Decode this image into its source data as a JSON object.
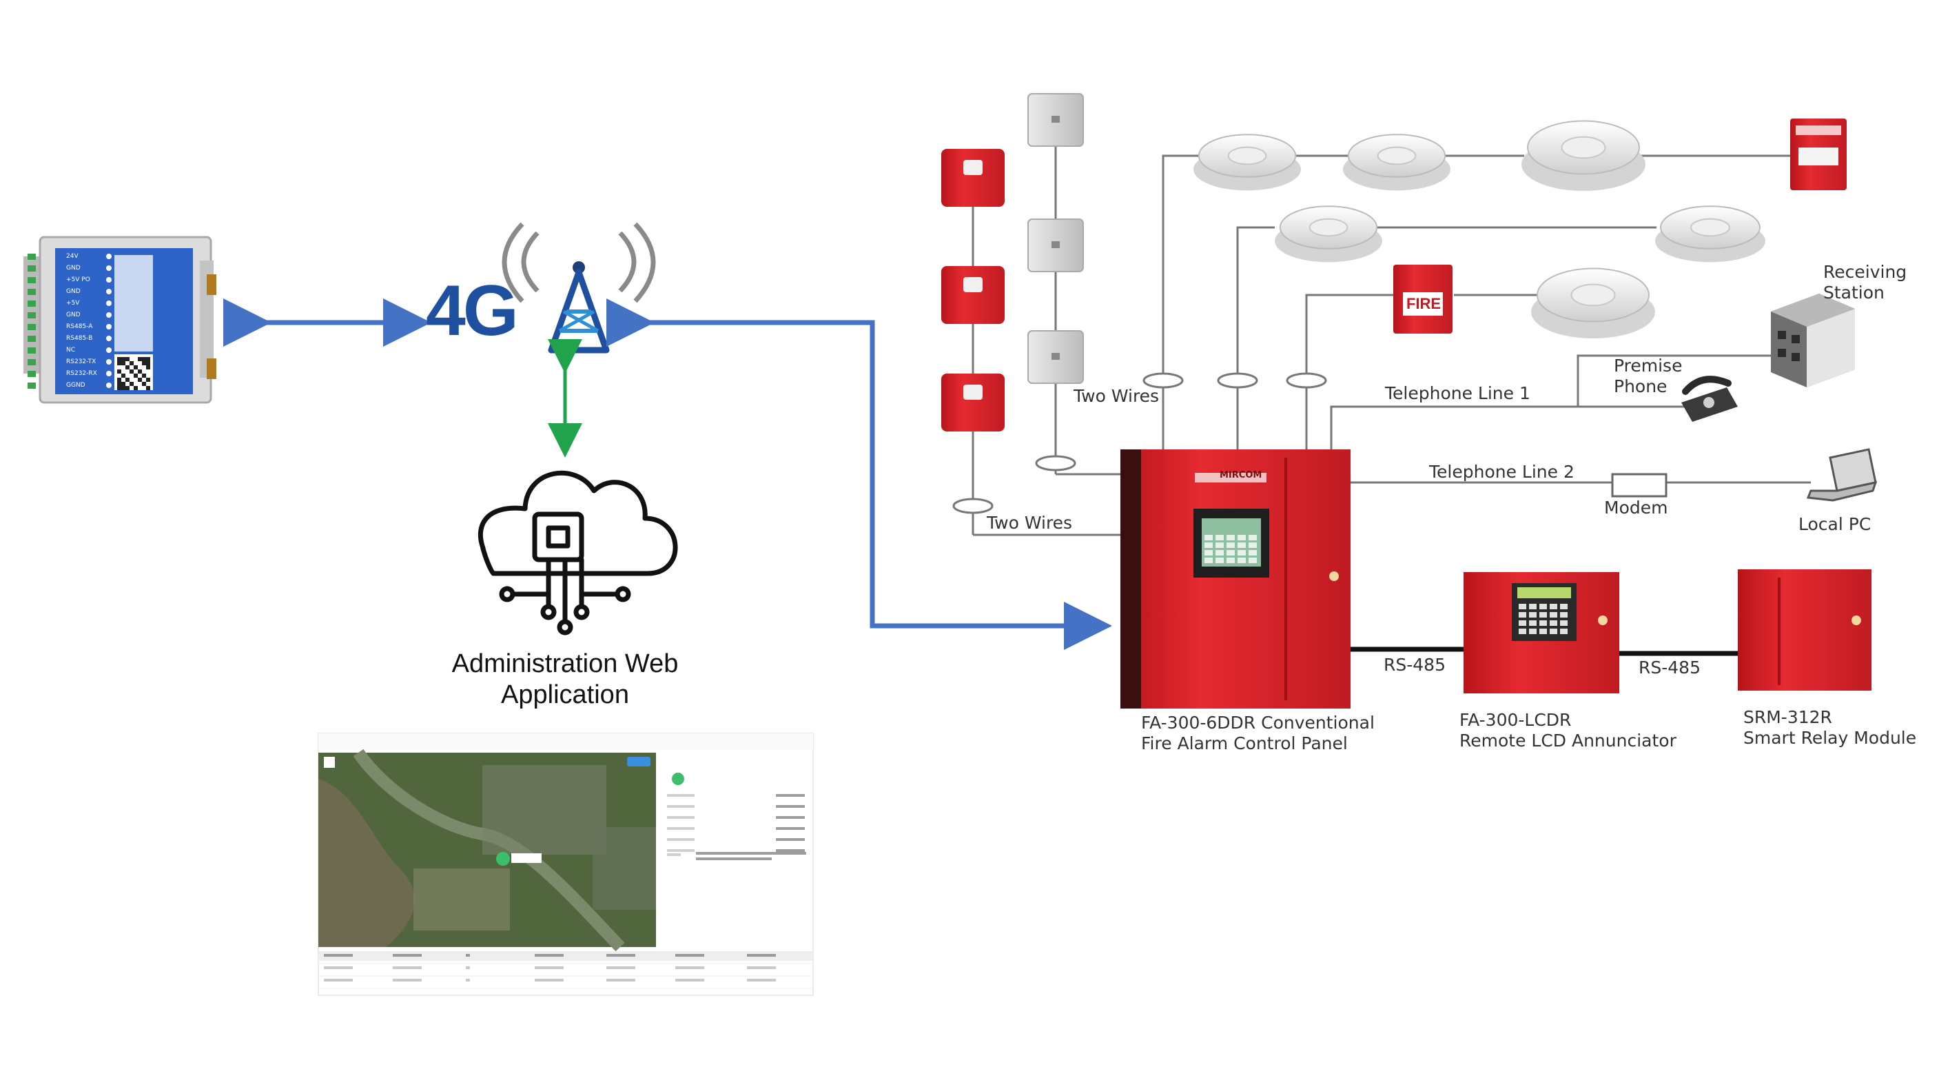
{
  "tower": {
    "label": "4G"
  },
  "admin": {
    "line1": "Administration Web",
    "line2": "Application"
  },
  "gateway": {
    "terminals": [
      "24V",
      "GND",
      "+5V PO",
      "GND",
      "+5V",
      "GND",
      "RS485-A",
      "RS485-B",
      "NC",
      "RS232-TX",
      "RS232-RX",
      "GGND"
    ]
  },
  "panel": {
    "brand": "MIRCOM",
    "caption_line1": "FA-300-6DDR Conventional",
    "caption_line2": "Fire Alarm Control Panel"
  },
  "pullstation": {
    "text": "FIRE"
  },
  "labels": {
    "two_wires_top": "Two Wires",
    "two_wires_bottom": "Two Wires",
    "telephone_line_1": "Telephone Line 1",
    "telephone_line_2": "Telephone Line 2",
    "modem": "Modem",
    "local_pc": "Local PC",
    "premise_phone_1": "Premise",
    "premise_phone_2": "Phone",
    "receiving_station_1": "Receiving",
    "receiving_station_2": "Station",
    "rs485_left": "RS-485",
    "rs485_right": "RS-485",
    "annunciator_1": "FA-300-LCDR",
    "annunciator_2": "Remote LCD Annunciator",
    "relay_1": "SRM-312R",
    "relay_2": "Smart Relay Module"
  },
  "colors": {
    "arrow_blue": "#4472c4",
    "arrow_green": "#21a34b",
    "panel_red": "#e0262d",
    "wire_gray": "#777777"
  }
}
